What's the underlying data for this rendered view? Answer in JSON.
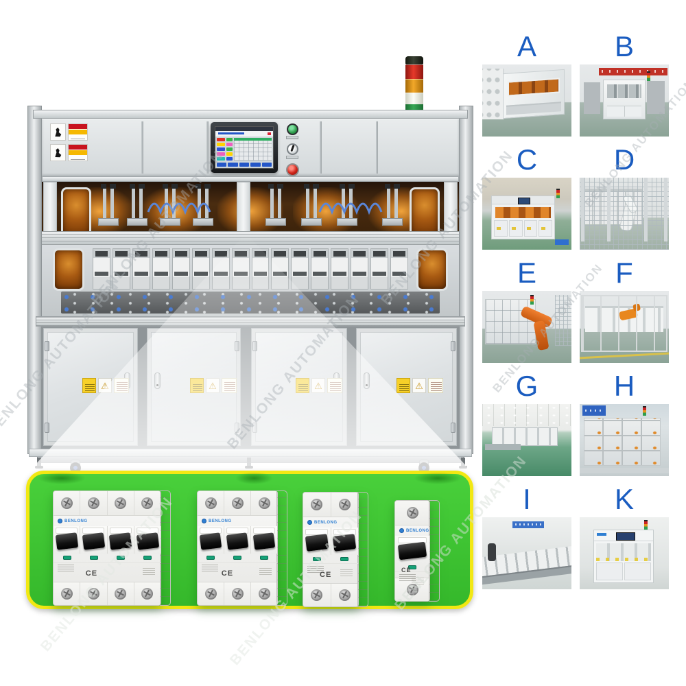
{
  "watermark": {
    "text": "BENLONG AUTOMATION"
  },
  "machine": {
    "tower_light_colors": [
      "#20251f",
      "#ce2418",
      "#e59a1c",
      "#f4f5ee",
      "#2f9e4c"
    ],
    "test_station_count": 16,
    "cabinet_door_count": 4
  },
  "product_panel": {
    "background": "#3fc934",
    "border_color": "#f2e813",
    "brand": "BENLONG",
    "ce_mark": "CE",
    "breakers": [
      {
        "poles": 4
      },
      {
        "poles": 3
      },
      {
        "poles": 2
      },
      {
        "poles": 1
      }
    ]
  },
  "gallery": {
    "label_color": "#1a5cc0",
    "items": [
      {
        "label": "A"
      },
      {
        "label": "B"
      },
      {
        "label": "C"
      },
      {
        "label": "D"
      },
      {
        "label": "E"
      },
      {
        "label": "F"
      },
      {
        "label": "G"
      },
      {
        "label": "H"
      },
      {
        "label": "I"
      },
      {
        "label": "K"
      }
    ]
  }
}
